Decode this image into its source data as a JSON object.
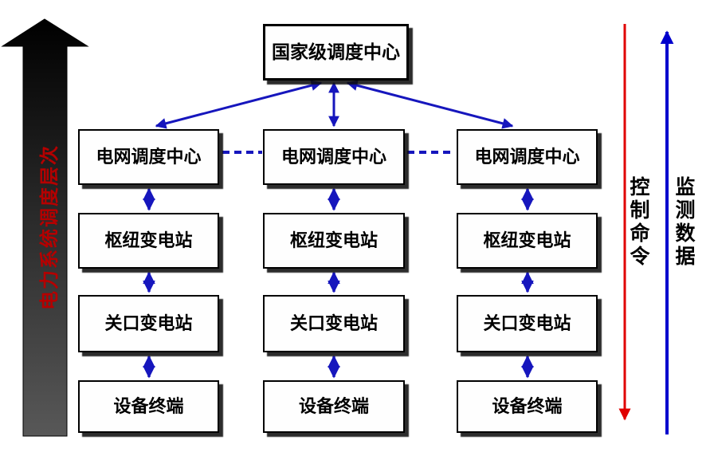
{
  "diagram": {
    "national_center": "国家级调度中心",
    "columns": [
      {
        "levels": [
          "电网调度中心",
          "枢纽变电站",
          "关口变电站",
          "设备终端"
        ]
      },
      {
        "levels": [
          "电网调度中心",
          "枢纽变电站",
          "关口变电站",
          "设备终端"
        ]
      },
      {
        "levels": [
          "电网调度中心",
          "枢纽变电站",
          "关口变电站",
          "设备终端"
        ]
      }
    ],
    "left_axis_label": "电力系统调度层次",
    "control_command_label": "控制命令",
    "monitoring_data_label": "监测数据",
    "colors": {
      "connector_blue": "#1616bd",
      "monitoring_blue": "#0000cd",
      "control_red": "#e00000",
      "axis_text_red": "#b40000",
      "arrow_gradient_top": "#000000",
      "arrow_gradient_bottom": "#585858"
    }
  }
}
